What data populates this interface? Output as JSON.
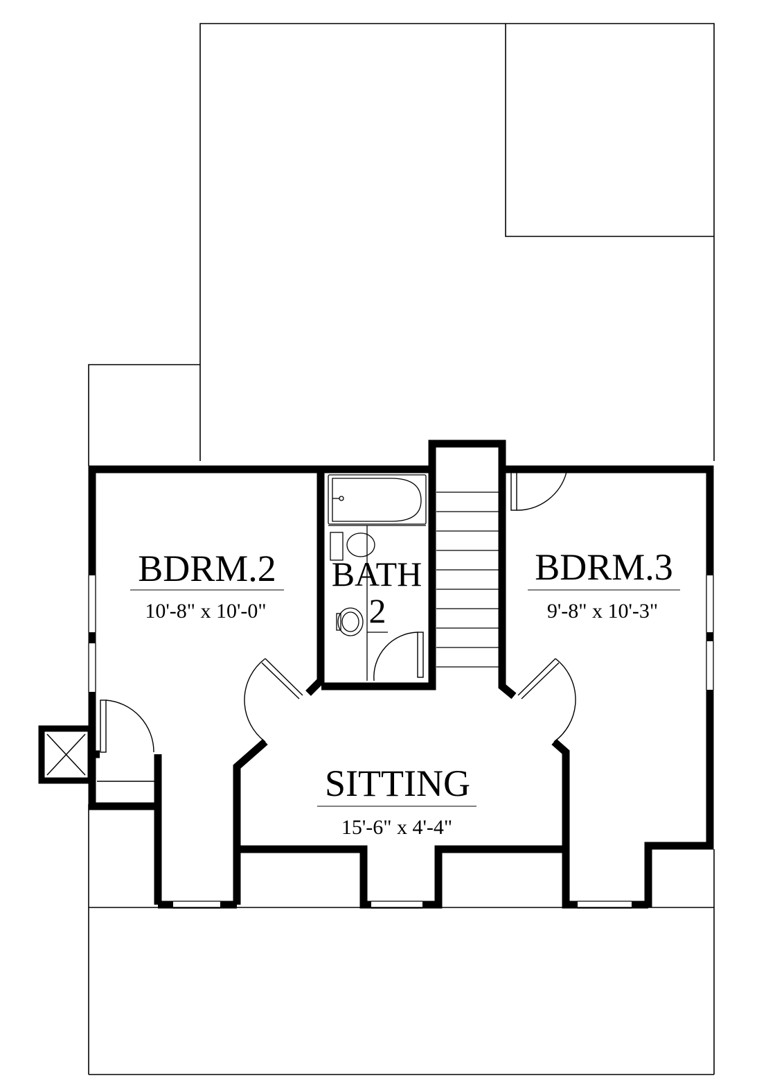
{
  "rooms": {
    "bdrm2": {
      "name": "BDRM.2",
      "dims": "10'-8\" x 10'-0\""
    },
    "bath2": {
      "name_line1": "BATH",
      "name_line2": "2"
    },
    "bdrm3": {
      "name": "BDRM.3",
      "dims": "9'-8\" x 10'-3\""
    },
    "sitting": {
      "name": "SITTING",
      "dims": "15'-6\" x 4'-4\""
    }
  },
  "colors": {
    "wall": "#000000",
    "outline": "#000000",
    "background": "#ffffff"
  }
}
